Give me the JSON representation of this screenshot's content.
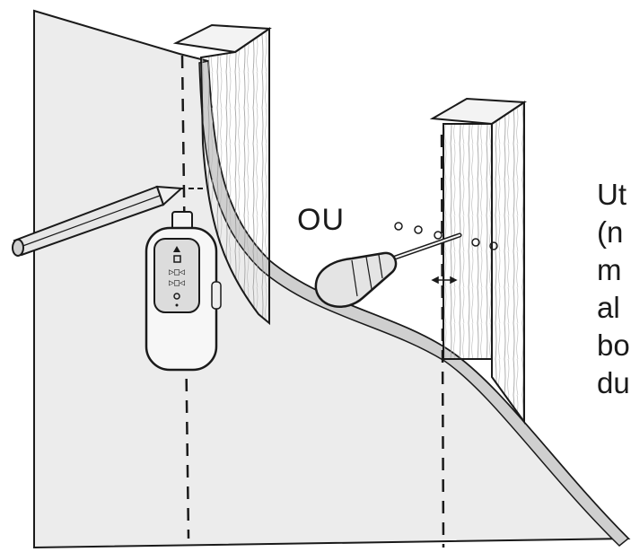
{
  "labels": {
    "or_word": "OU",
    "side_text_lines": [
      "Ut",
      "(n",
      "m",
      "al",
      "bo",
      "du"
    ]
  },
  "colors": {
    "ink": "#1a1a1a",
    "wall": "#ececec",
    "wood": "#f7f7f7",
    "background": "#ffffff"
  },
  "icons": [
    "pencil-icon",
    "screwdriver-icon",
    "stud-finder-device",
    "wood-stud"
  ]
}
